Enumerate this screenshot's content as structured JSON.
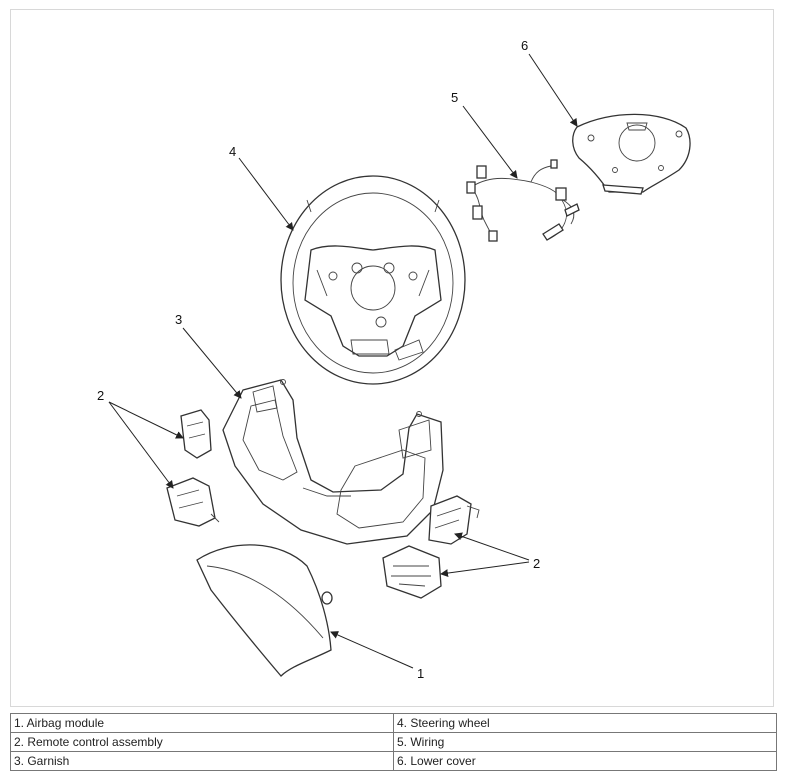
{
  "callouts": {
    "c1": "1",
    "c2a": "2",
    "c2b": "2",
    "c3": "3",
    "c4": "4",
    "c5": "5",
    "c6": "6"
  },
  "legend": [
    [
      "1. Airbag module",
      "4. Steering wheel"
    ],
    [
      "2. Remote control assembly",
      "5. Wiring"
    ],
    [
      "3. Garnish",
      "6. Lower cover"
    ]
  ]
}
